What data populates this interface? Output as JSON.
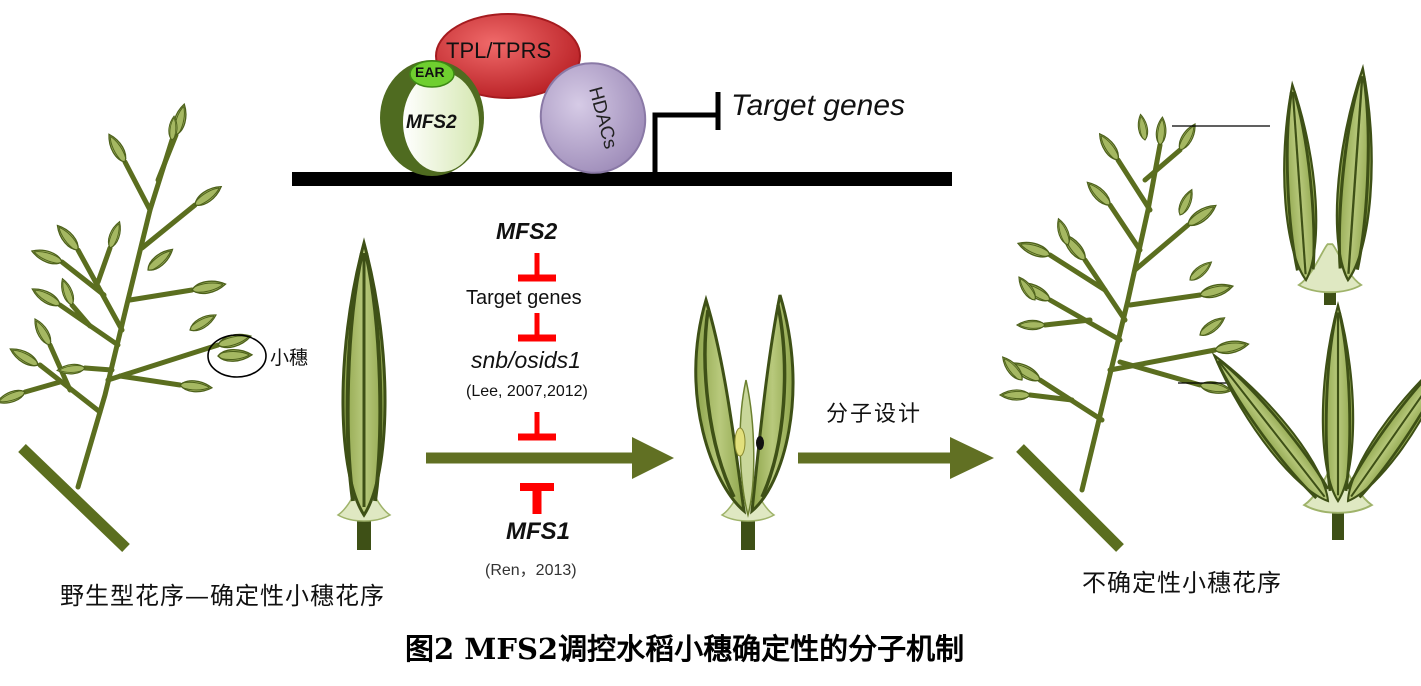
{
  "complex": {
    "tpl_label": "TPL/TPRS",
    "ear_label": "EAR",
    "mfs2_label": "MFS2",
    "hdacs_label": "HDACs",
    "target_label": "Target genes"
  },
  "pathway": {
    "mfs2": "MFS2",
    "target_genes": "Target genes",
    "snb": "snb/osids1",
    "snb_ref": "(Lee, 2007,2012)",
    "mfs1": "MFS1",
    "mfs1_ref": "(Ren，2013)"
  },
  "labels": {
    "spikelet": "小穗",
    "wild_type": "野生型花序—确定性小穗花序",
    "molecular_design": "分子设计",
    "indeterminate": "不确定性小穗花序"
  },
  "caption": "图2 MFS2调控水稻小穗确定性的分子机制",
  "colors": {
    "stem": "#5b6e1f",
    "arrow": "#617023",
    "spikelet_fill": "#9aae54",
    "spikelet_stripe": "#3e5016",
    "repressor": "#ff0000",
    "tpl": "#c8272c",
    "hdacs": "#b7a8cc",
    "ear": "#6fcf2f"
  }
}
